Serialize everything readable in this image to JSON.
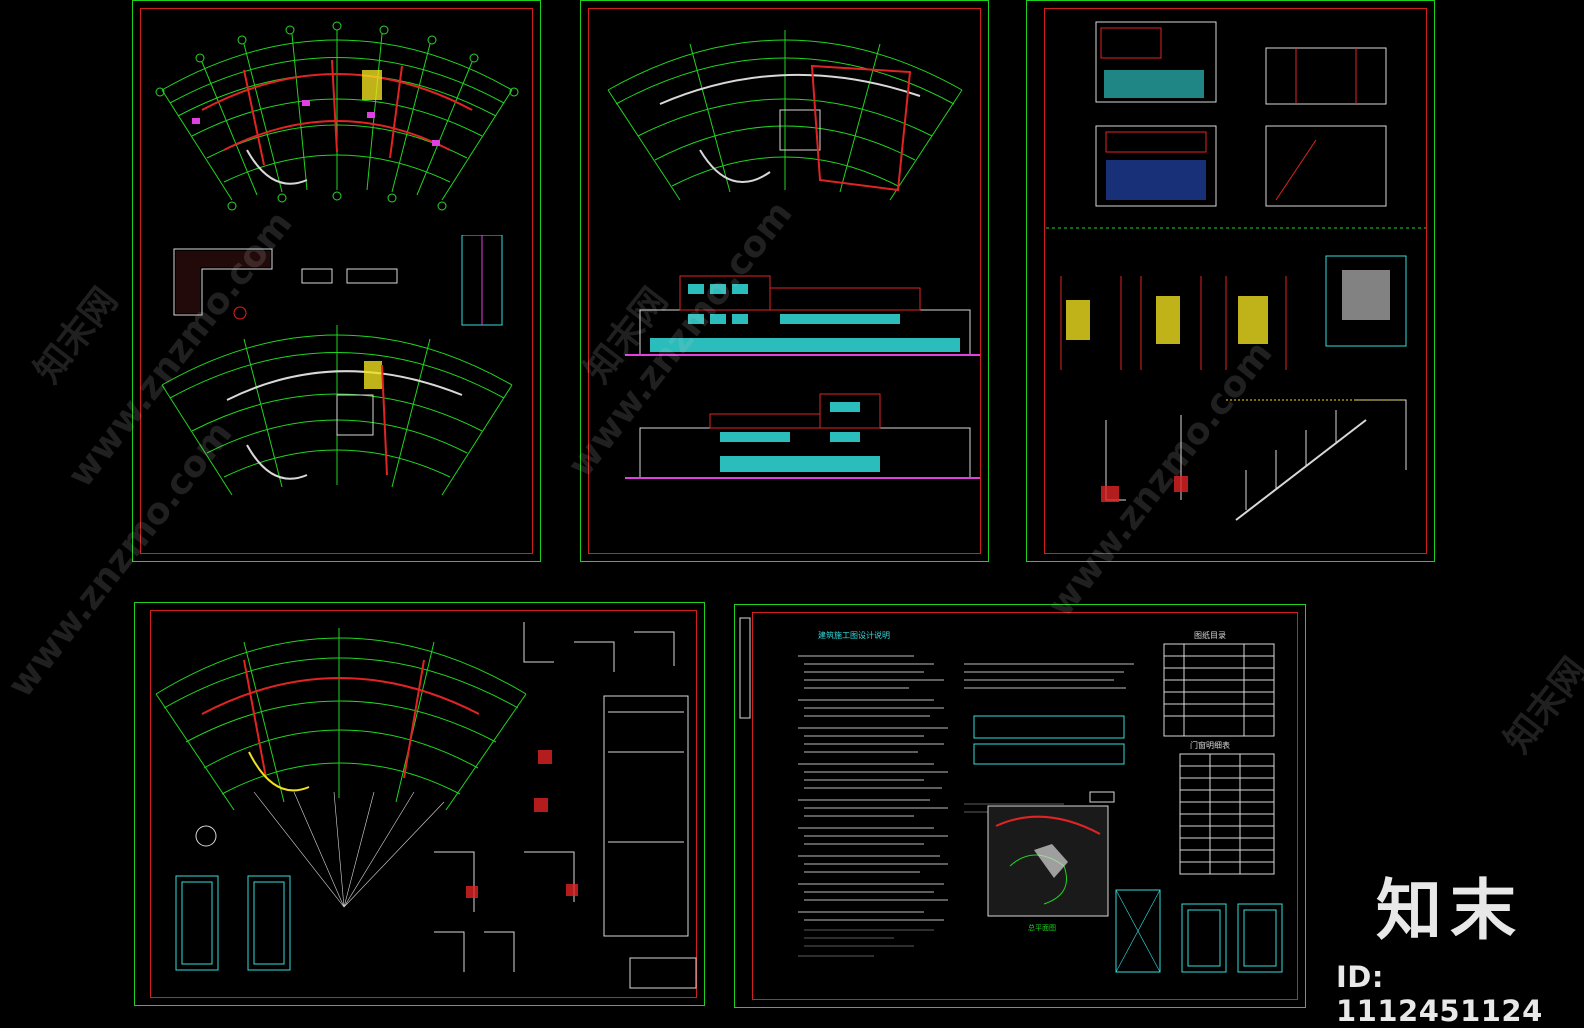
{
  "watermark": {
    "site": "www.znzmo.com",
    "brand_cn": "知末网"
  },
  "branding": {
    "logo_text": "知末",
    "id_text": "ID: 1112451124"
  },
  "colors": {
    "grid": "#21d421",
    "wall": "#e02424",
    "axis_label": "#2ad52a",
    "window": "#33dddd",
    "accent_magenta": "#e040e0",
    "accent_yellow": "#f0e020",
    "text": "#d8d8d8"
  },
  "sheets": [
    {
      "id": "sheet-1",
      "content": "plans"
    },
    {
      "id": "sheet-2",
      "content": "plan-elevations"
    },
    {
      "id": "sheet-3",
      "content": "sections-details"
    },
    {
      "id": "sheet-4",
      "content": "ground-plan-details"
    },
    {
      "id": "sheet-5",
      "content": "design-notes"
    }
  ],
  "notes_sheet": {
    "main_title": "建筑施工图设计说明",
    "table1_title": "图纸目录",
    "table2_title": "门窗明细表",
    "site_plan_title": "总平面图"
  }
}
